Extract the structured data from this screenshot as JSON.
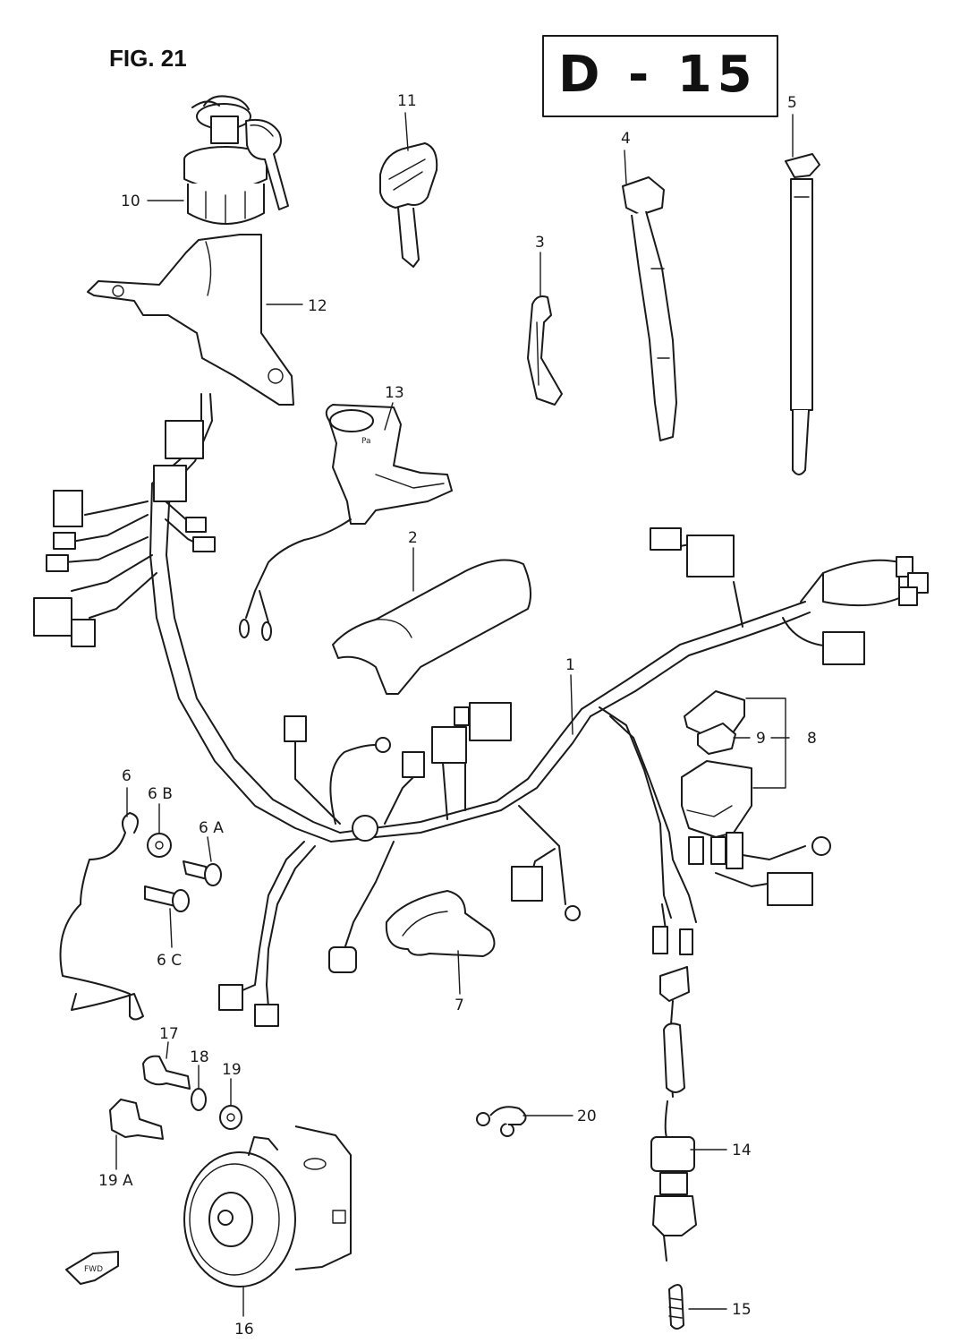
{
  "figure": {
    "title": "FIG. 21",
    "code": "D - 15"
  },
  "callouts": {
    "c1": "1",
    "c2": "2",
    "c3": "3",
    "c4": "4",
    "c5": "5",
    "c6": "6",
    "c6a": "6 A",
    "c6b": "6 B",
    "c6c": "6 C",
    "c7": "7",
    "c8": "8",
    "c9": "9",
    "c10": "10",
    "c11": "11",
    "c12": "12",
    "c13": "13",
    "c14": "14",
    "c15": "15",
    "c16": "16",
    "c17": "17",
    "c18": "18",
    "c19": "19",
    "c19a": "19 A",
    "c20": "20"
  },
  "fwd_marker": "FWD"
}
